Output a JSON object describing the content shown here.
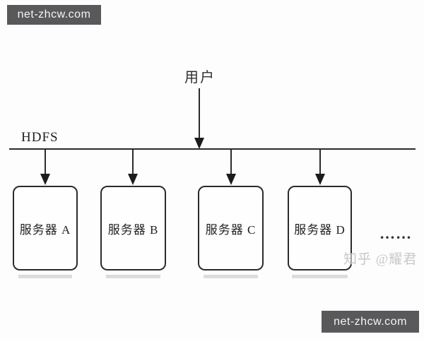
{
  "watermarks": {
    "site_top": "net-zhcw.com",
    "site_bottom": "net-zhcw.com",
    "zhihu": "知乎 @耀君"
  },
  "diagram": {
    "user_label": "用户",
    "bus_label": "HDFS",
    "servers": [
      {
        "label": "服务器 A"
      },
      {
        "label": "服务器 B"
      },
      {
        "label": "服务器 C"
      },
      {
        "label": "服务器 D"
      }
    ],
    "ellipsis": "……"
  },
  "colors": {
    "badge_background": "#59595b",
    "badge_text": "#f5f5f5",
    "line": "#2b2b2b",
    "box_border": "#2b2b2b",
    "text": "#222222",
    "zhihu_watermark": "#c8c8c8",
    "background": "#fdfdfd"
  }
}
